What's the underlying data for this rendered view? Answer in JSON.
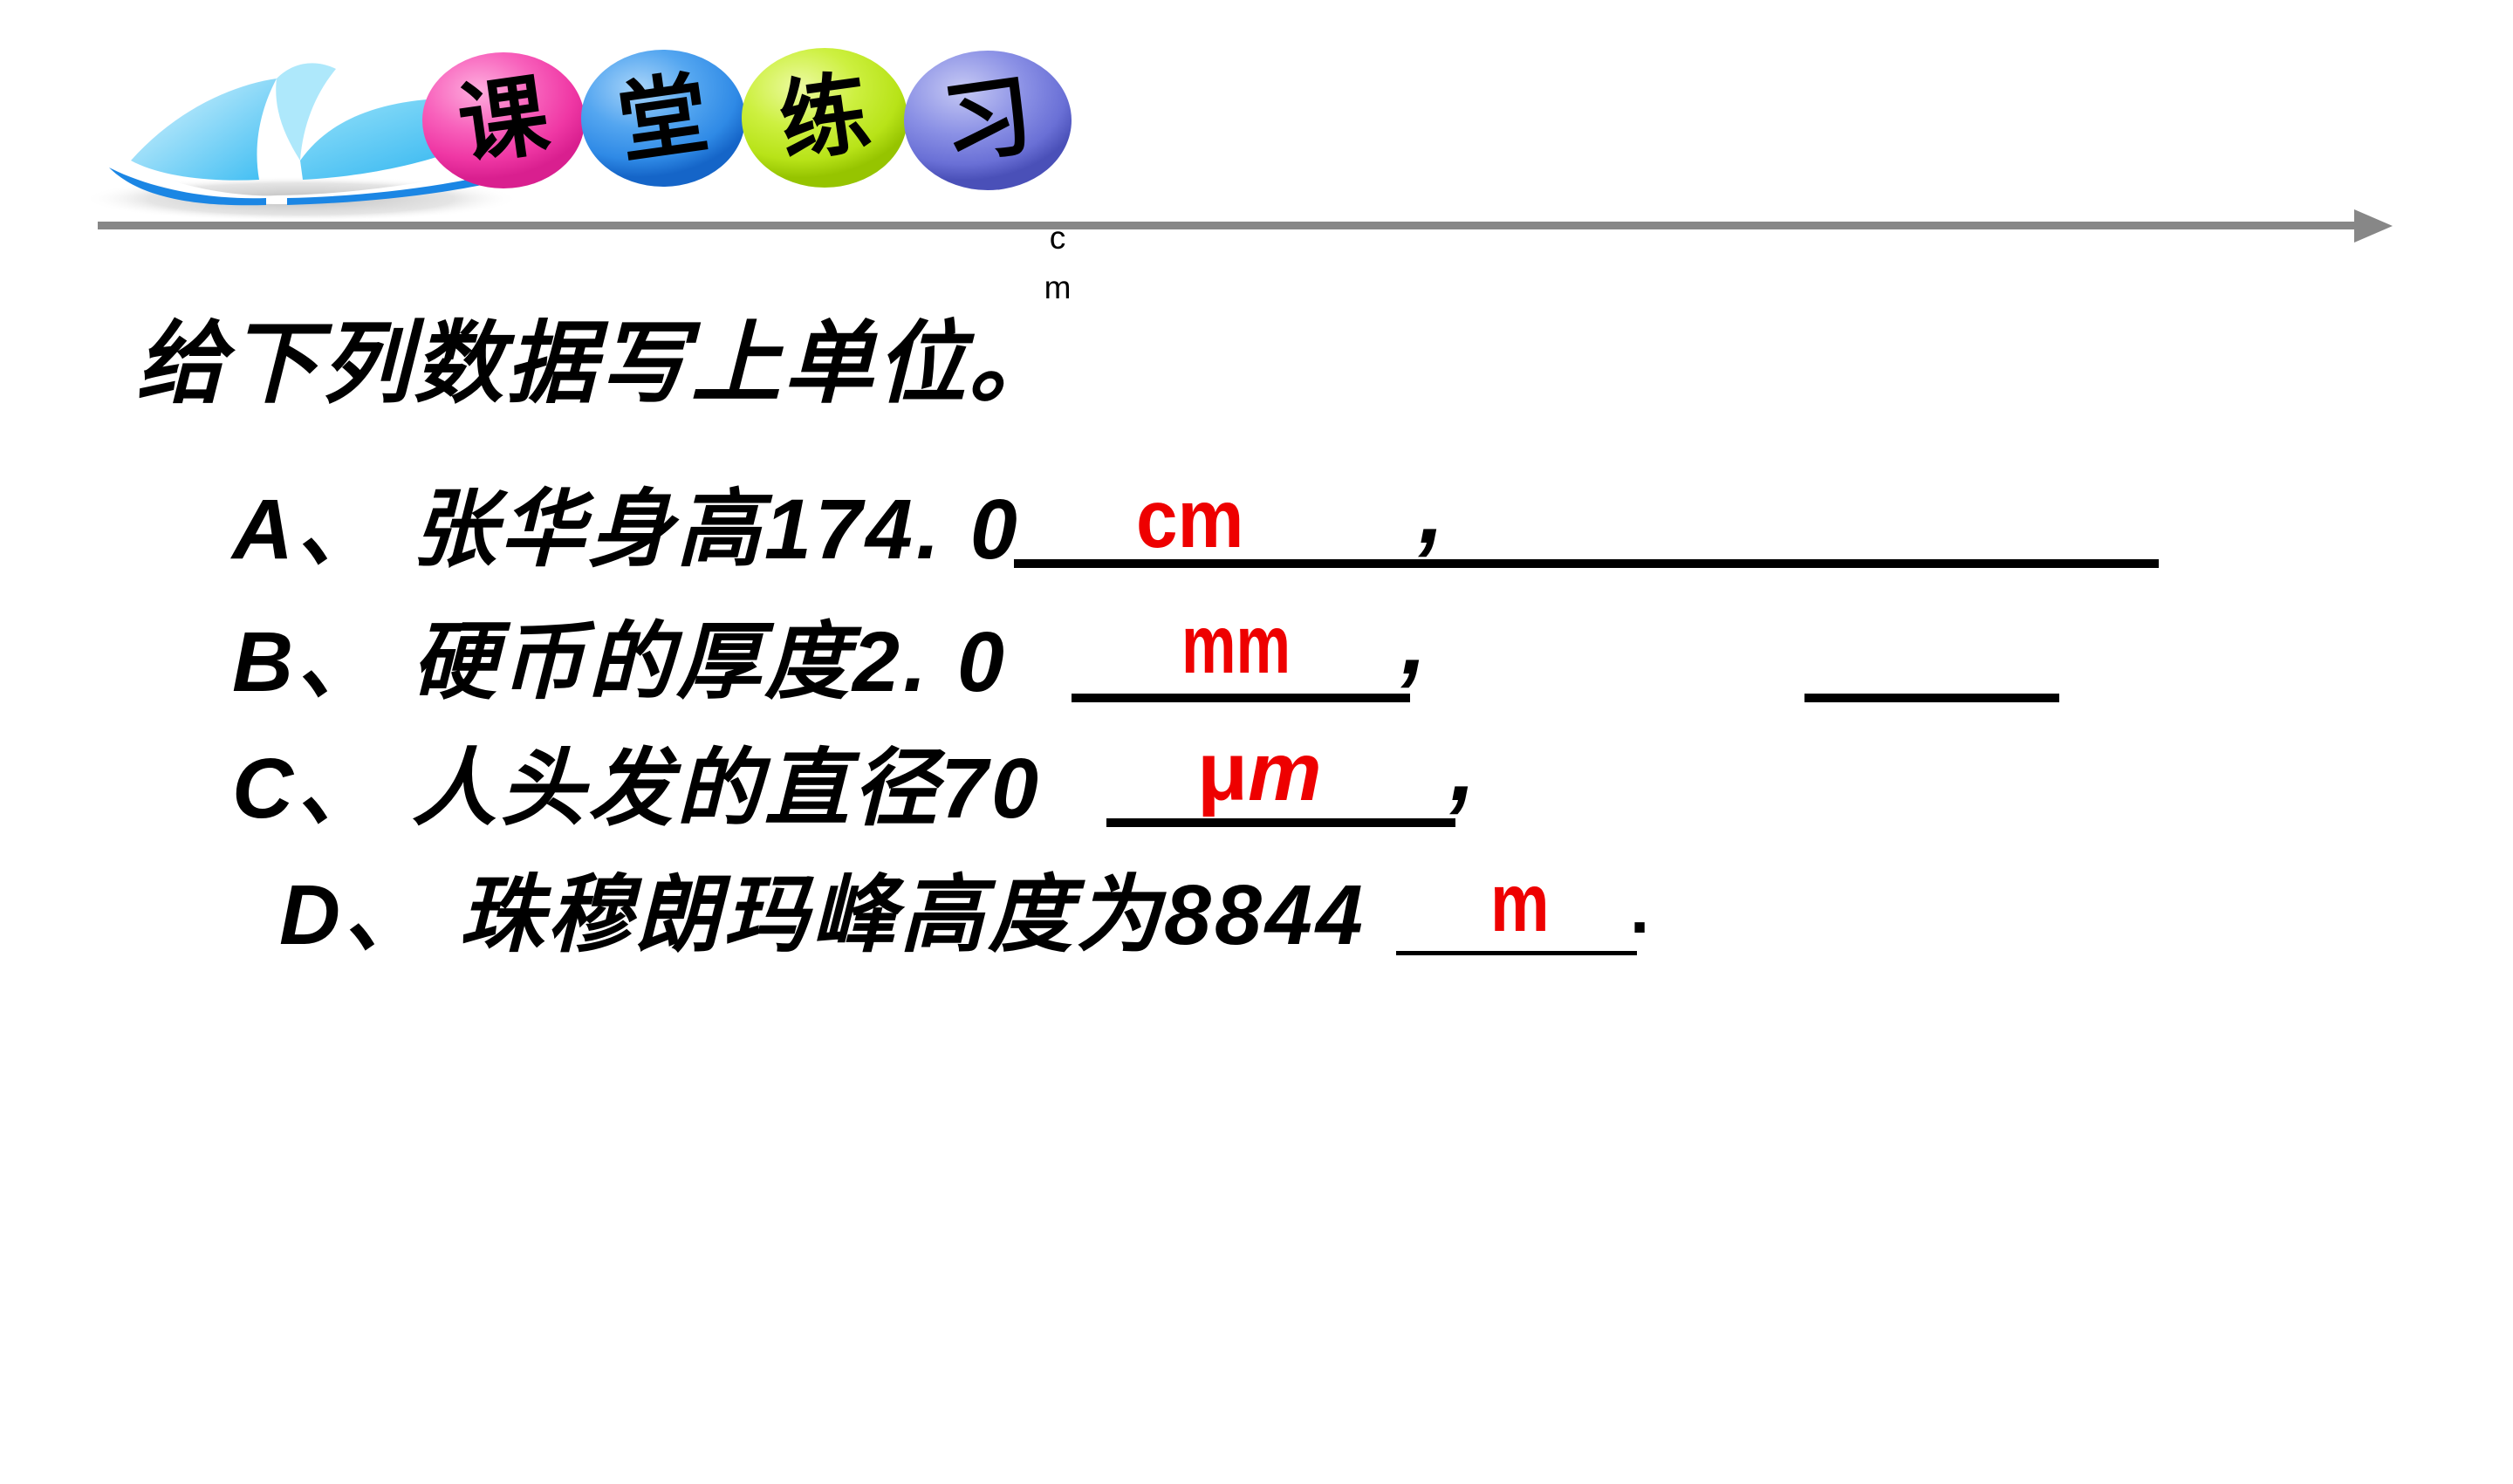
{
  "header": {
    "book_icon": "open-book",
    "badges": [
      {
        "label": "课",
        "color": "#f554b2"
      },
      {
        "label": "堂",
        "color": "#3e96ea"
      },
      {
        "label": "练",
        "color": "#c6ea2e"
      },
      {
        "label": "习",
        "color": "#8289e2"
      }
    ]
  },
  "divider": {
    "color": "#878787",
    "unit_note_lines": [
      "c",
      "m"
    ]
  },
  "title": "给下列数据写上单位。",
  "answer_color": "#ee0000",
  "exercise": [
    {
      "id": "A",
      "line": "A、 张华身高174. 0",
      "answer": "cm",
      "punct": ","
    },
    {
      "id": "B",
      "line": "B、 硬币的厚度2. 0",
      "answer": "mm",
      "punct": ","
    },
    {
      "id": "C",
      "line": "C、 人头发的直径70",
      "answer": "μ",
      "answer_italic": "m",
      "punct": ","
    },
    {
      "id": "D",
      "line": "D、 珠穆朗玛峰高度为8844",
      "answer": "m",
      "punct": "."
    }
  ]
}
